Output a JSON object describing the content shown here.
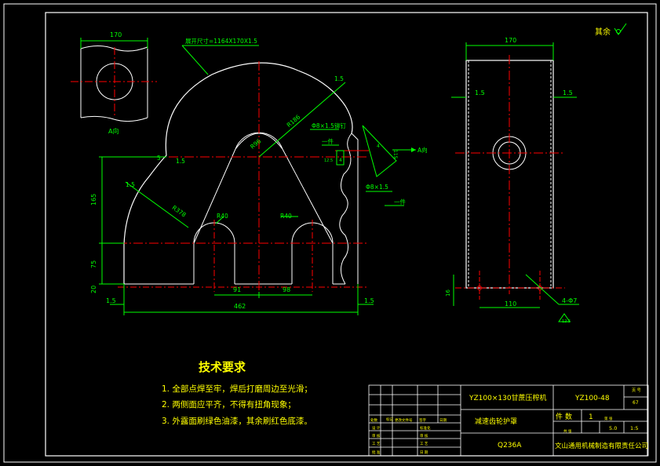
{
  "drawing": {
    "surface_note": "其余",
    "view_label": "A向",
    "dims": {
      "left_view_width": "170",
      "unfold_size": "展开尺寸=1164X170X1.5",
      "r_outer": "R186",
      "r_top": "R96",
      "r_side": "R378",
      "r40_left": "R40",
      "r40_right": "R40",
      "height_165": "165",
      "height_75": "75",
      "height_20": "20",
      "thick_left": "1.5",
      "thick_right": "1.5",
      "thick_top_l": "1.5",
      "thick_top_r": "1.5",
      "w_91": "91",
      "w_98": "98",
      "total_462": "462",
      "side_170": "170",
      "side_t_l": "1.5",
      "side_t_r": "1.5",
      "side_110": "110",
      "side_16": "16",
      "holes": "4-Φ7",
      "rough": "12.5",
      "rough2": "12.5",
      "weld1": "Φ8×1.5铆钉",
      "weld2": "Φ8×1.5",
      "weld_label1": "一件",
      "weld_label2": "一件",
      "dim_115": "115",
      "dim_4": "4",
      "a_arrow": "A向"
    },
    "tech": {
      "title": "技术要求",
      "lines": [
        "1. 全部点焊至牢，焊后打磨周边至光滑；",
        "2. 两侧面应平齐，不得有扭角现象；",
        "3. 外露面刷绿色油漆，其余刷红色底漆。"
      ]
    },
    "title_block": {
      "product": "YZ100×130甘蔗压榨机",
      "part_name": "减速齿轮护罩",
      "code": "YZ100-48",
      "material": "Q236A",
      "qty_label": "件 数",
      "qty": "1",
      "weight": "5.0",
      "scale": "1:5",
      "sheet_label": "共 张",
      "sheet_label2": "第 张",
      "page_no_label": "页 号",
      "page_no": "67",
      "company": "文山通用机械制造有限责任公司",
      "rows": [
        "标记",
        "处数",
        "更改文件号",
        "签字",
        "日期",
        "设计",
        "审核",
        "工艺"
      ],
      "row_sub": [
        "设 计",
        "审 核",
        "工 艺",
        "批 准"
      ],
      "col_sub": [
        "标准化",
        "审 核",
        "工 艺",
        "日 期"
      ]
    }
  }
}
